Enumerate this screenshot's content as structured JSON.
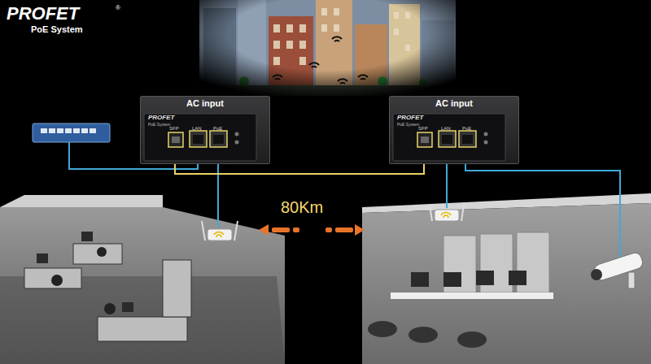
{
  "diagram": {
    "nodes": [
      {
        "text": [
          "AC input"
        ]
      },
      {
        "text": [
          "AC input"
        ]
      }
    ],
    "edges": [
      {
        "from": 0,
        "to": 1,
        "arrow": "none"
      }
    ],
    "labels": [
      "PROFET",
      "®",
      "PoE System",
      "PROFET",
      "PoE System",
      "SFP",
      "LAN",
      "PoE",
      "PROFET",
      "PoE System",
      "SFP",
      "LAN",
      "PoE",
      "80Km"
    ]
  }
}
